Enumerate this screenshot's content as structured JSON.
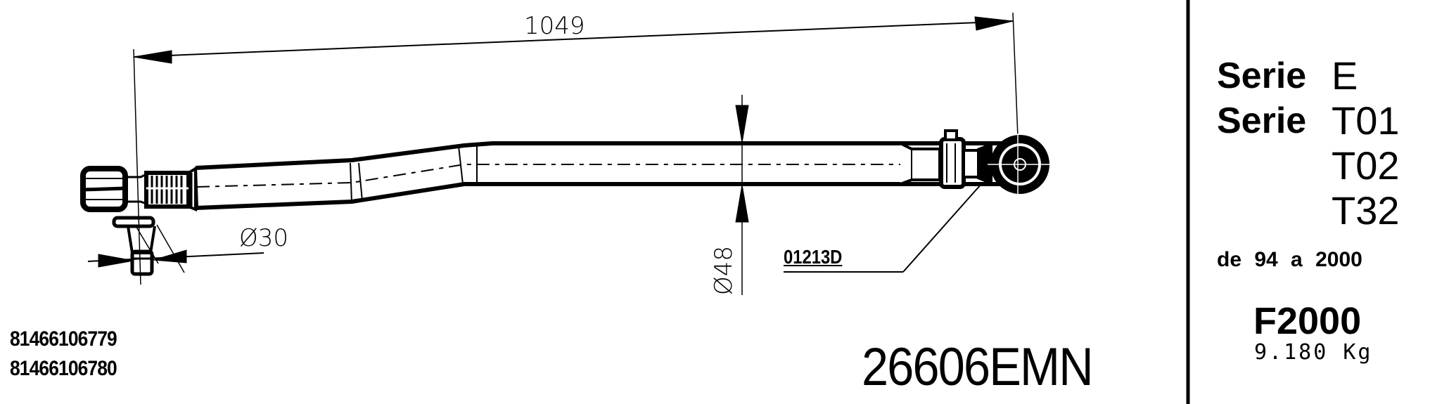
{
  "drawing": {
    "type": "technical-drawing",
    "subject": "steering tie rod assembly",
    "overall_length_dim": "1049",
    "tube_diameter_dim": "Ø48",
    "ball_pin_diameter_dim": "Ø30",
    "leader_label": "01213D"
  },
  "part_numbers": [
    "81466106779",
    "81466106780"
  ],
  "reference_code": "26606EMN",
  "applications": {
    "rows": [
      {
        "label": "Serie",
        "value": "E"
      },
      {
        "label": "Serie",
        "value": "T01"
      },
      {
        "label": "",
        "value": "T02"
      },
      {
        "label": "",
        "value": "T32"
      }
    ],
    "years": "de 94 a 2000",
    "model": "F2000",
    "weight": "9.180 Kg"
  },
  "colors": {
    "ink": "#000000",
    "paper": "#ffffff"
  }
}
